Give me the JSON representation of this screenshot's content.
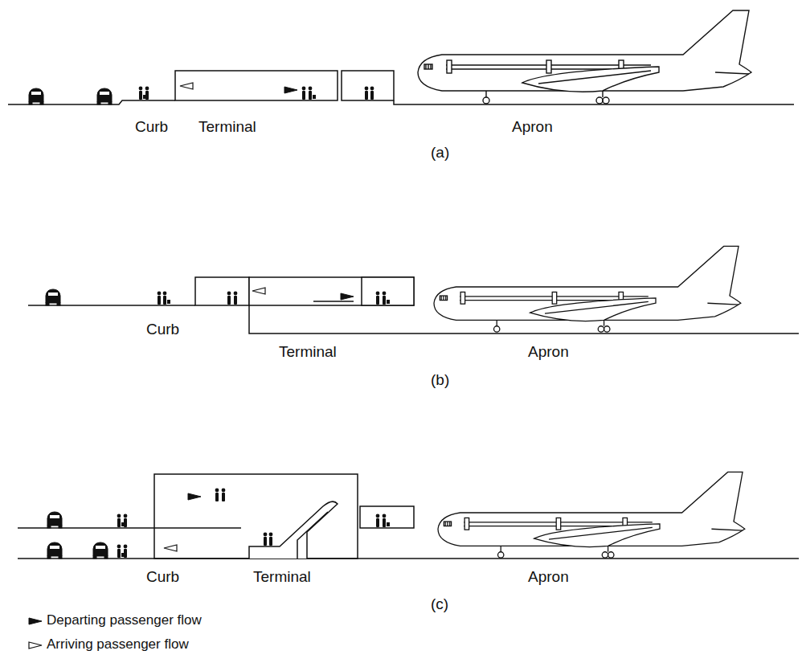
{
  "diagram": {
    "labels": [
      "Curb",
      "Terminal",
      "Apron",
      "(a)",
      "Curb",
      "Terminal",
      "Apron",
      "(b)",
      "Curb",
      "Terminal",
      "Apron",
      "(c)"
    ],
    "legend": [
      {
        "text": "Departing passenger flow"
      },
      {
        "text": "Arriving passenger flow"
      }
    ]
  }
}
